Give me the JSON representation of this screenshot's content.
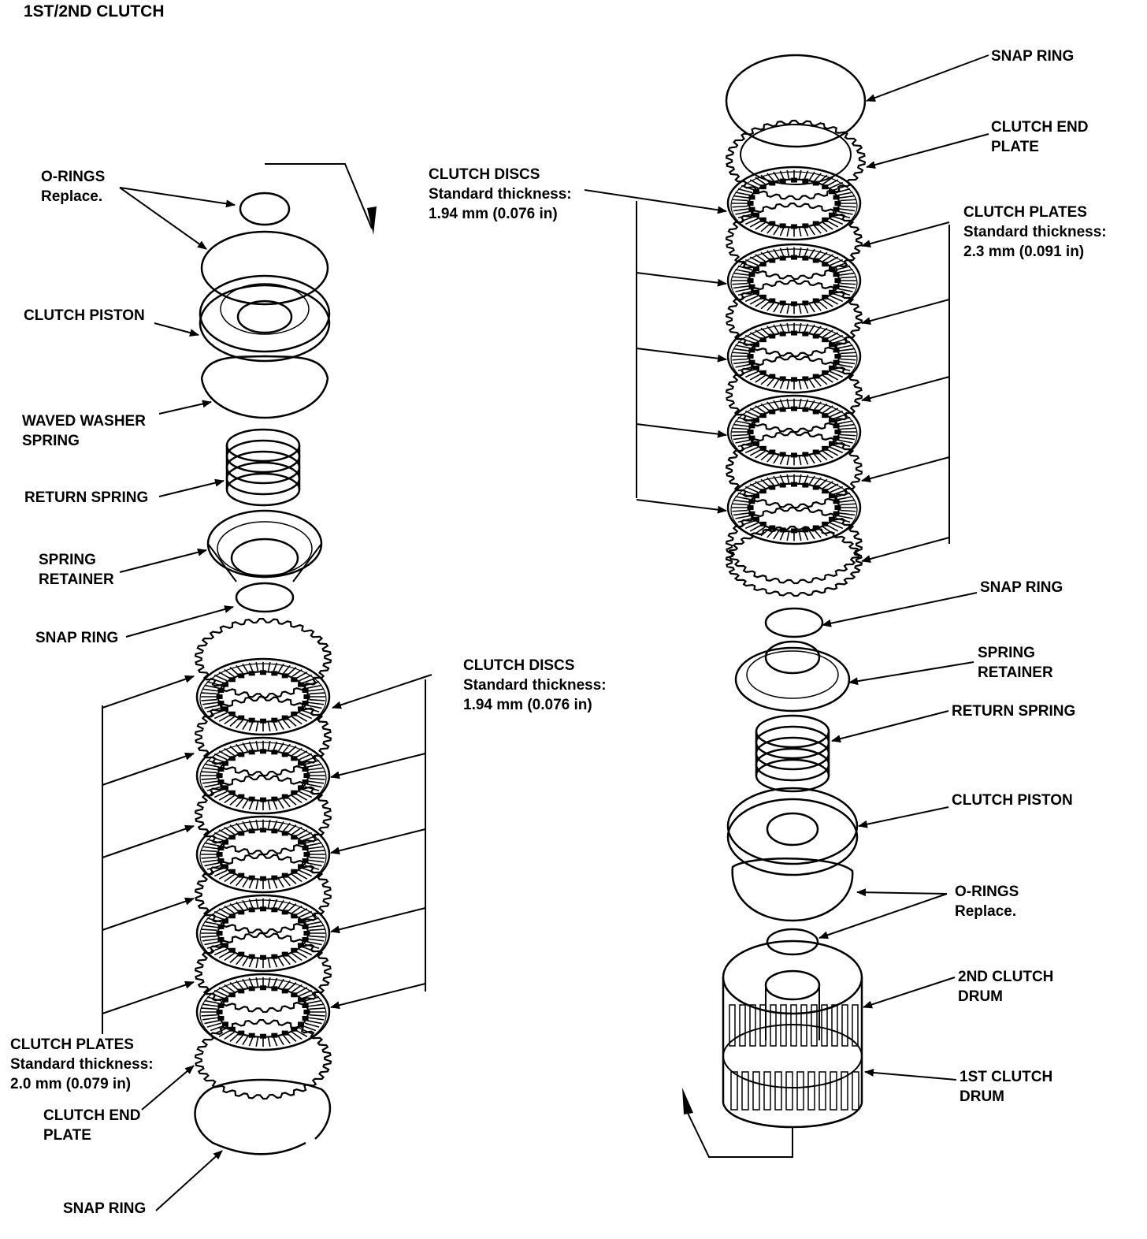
{
  "title": "1ST/2ND CLUTCH",
  "left": {
    "o_rings": [
      "O-RINGS",
      "Replace."
    ],
    "clutch_piston": "CLUTCH PISTON",
    "waved_washer": [
      "WAVED WASHER",
      "SPRING"
    ],
    "return_spring": "RETURN SPRING",
    "spring_retainer": [
      "SPRING",
      "RETAINER"
    ],
    "snap_ring_mid": "SNAP RING",
    "clutch_discs": [
      "CLUTCH DISCS",
      "Standard thickness:",
      "1.94 mm (0.076 in)"
    ],
    "clutch_plates": [
      "CLUTCH PLATES",
      "Standard thickness:",
      "2.0 mm (0.079 in)"
    ],
    "clutch_end_plate": [
      "CLUTCH END",
      "PLATE"
    ],
    "snap_ring_bottom": "SNAP RING"
  },
  "right": {
    "snap_ring_top": "SNAP RING",
    "clutch_end_plate": [
      "CLUTCH END",
      "PLATE"
    ],
    "clutch_discs": [
      "CLUTCH DISCS",
      "Standard thickness:",
      "1.94 mm (0.076 in)"
    ],
    "clutch_plates": [
      "CLUTCH PLATES",
      "Standard thickness:",
      "2.3 mm (0.091 in)"
    ],
    "snap_ring_mid": "SNAP RING",
    "spring_retainer": [
      "SPRING",
      "RETAINER"
    ],
    "return_spring": "RETURN SPRING",
    "clutch_piston": "CLUTCH PISTON",
    "o_rings": [
      "O-RINGS",
      "Replace."
    ],
    "drum_2nd": [
      "2ND CLUTCH",
      "DRUM"
    ],
    "drum_1st": [
      "1ST CLUTCH",
      "DRUM"
    ]
  }
}
